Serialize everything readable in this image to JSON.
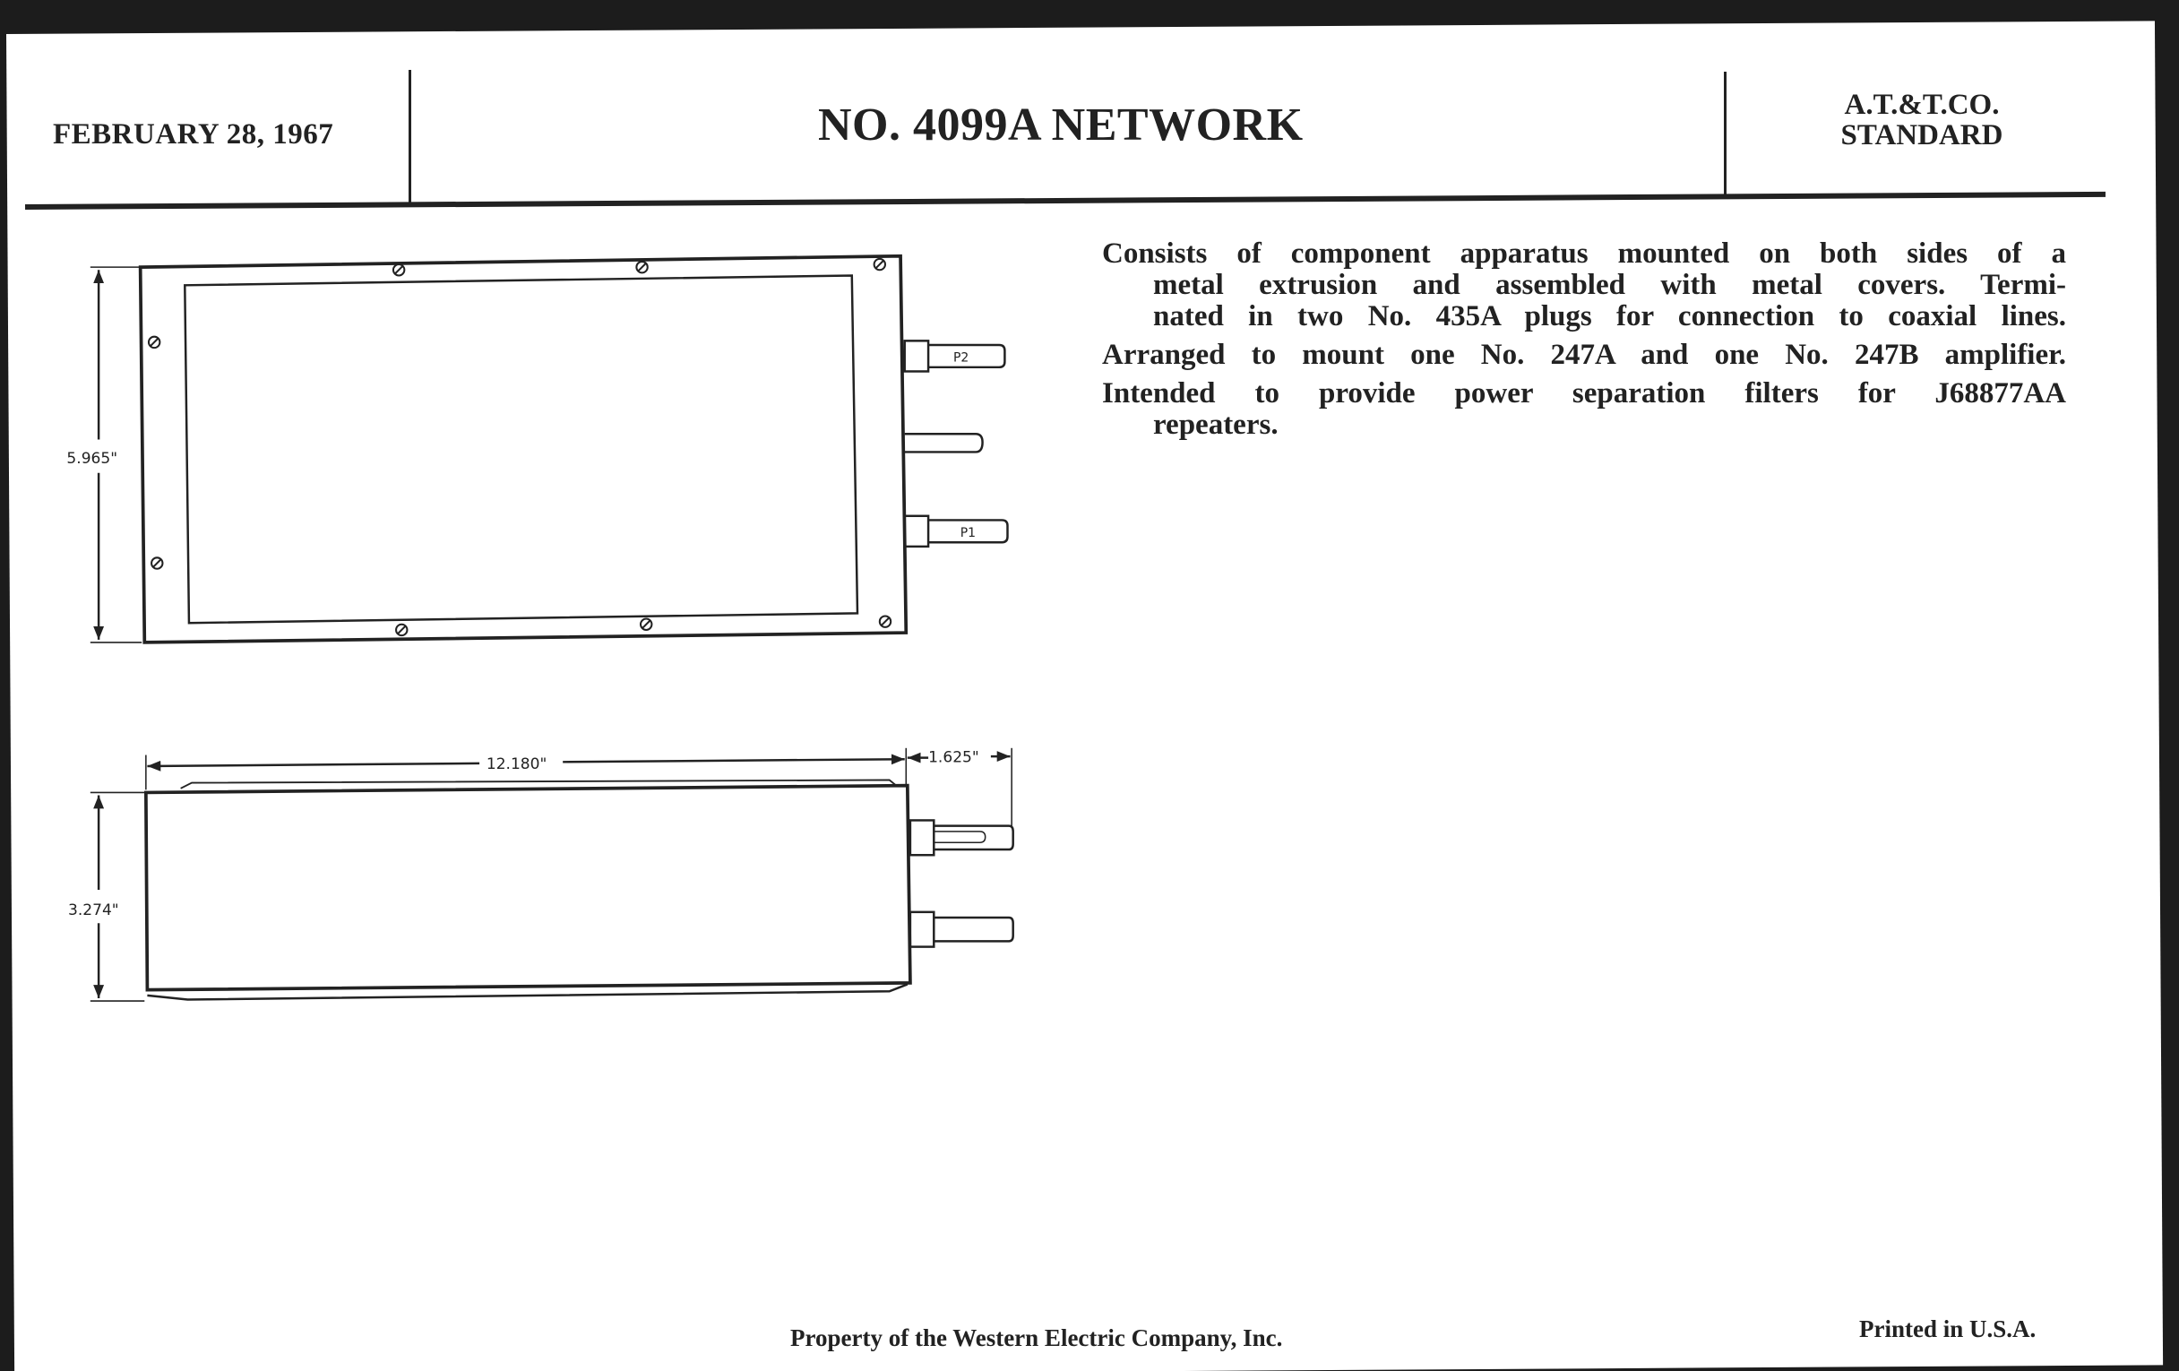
{
  "header": {
    "date": "FEBRUARY 28, 1967",
    "title": "NO. 4099A NETWORK",
    "standard_line1": "A.T.&T.CO.",
    "standard_line2": "STANDARD"
  },
  "description": {
    "paragraphs": [
      [
        "Consists of component apparatus mounted on both sides of a",
        "metal extrusion and assembled with metal covers. Termi-",
        "nated in two No. 435A plugs for connection to coaxial lines."
      ],
      [
        "Arranged to mount one No. 247A and one No. 247B amplifier."
      ],
      [
        "Intended to provide power separation filters for J68877AA",
        "repeaters."
      ]
    ]
  },
  "drawing": {
    "top_view": {
      "height_dim": "5.965\"",
      "plug_labels": [
        "P2",
        "P1"
      ]
    },
    "side_view": {
      "length_dim": "12.180\"",
      "plug_dim": "1.625\"",
      "height_dim": "3.274\""
    }
  },
  "footer": {
    "property": "Property of the Western Electric Company, Inc.",
    "printed": "Printed in U.S.A."
  }
}
